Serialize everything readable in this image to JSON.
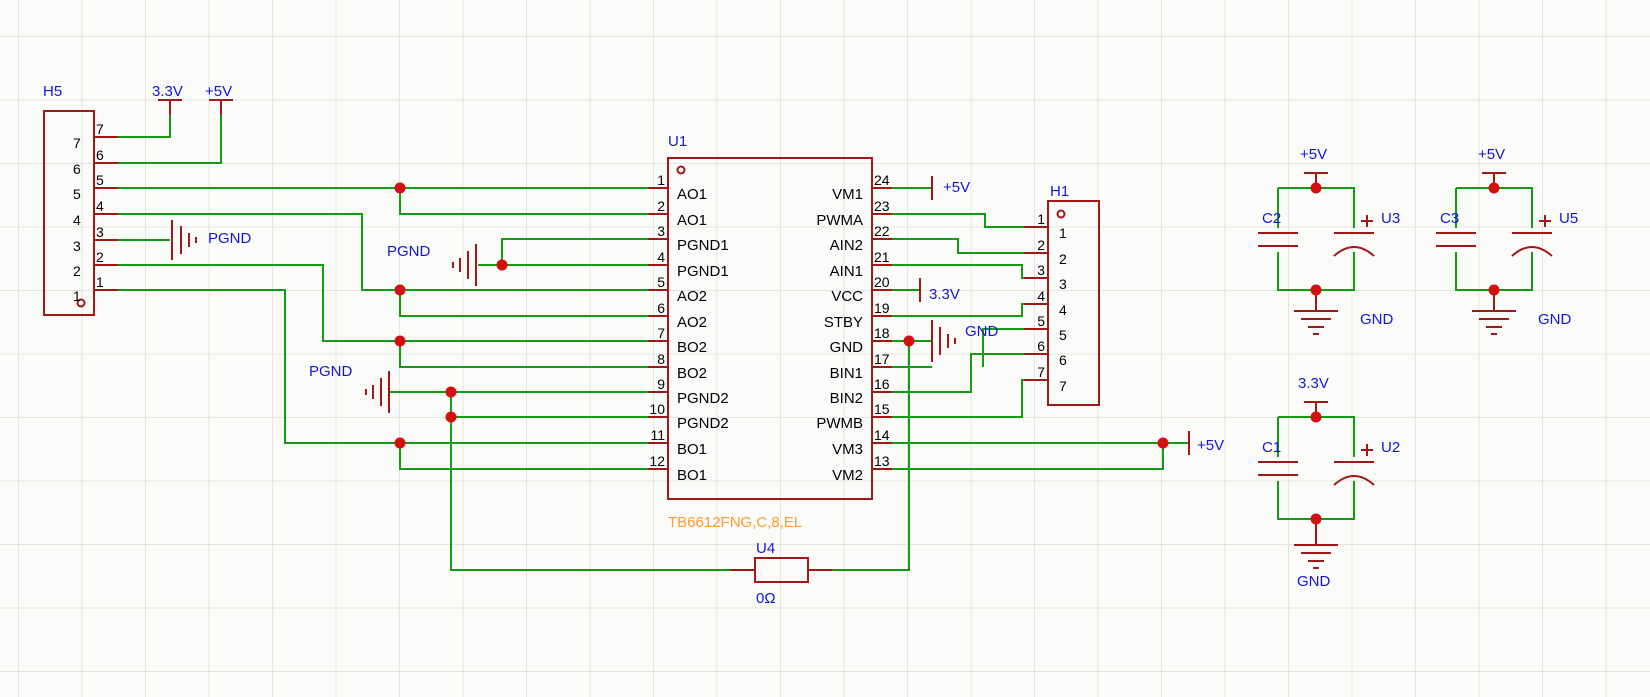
{
  "u1": {
    "ref": "U1",
    "part": "TB6612FNG,C,8,EL",
    "left_pins": [
      {
        "num": "1",
        "name": "AO1"
      },
      {
        "num": "2",
        "name": "AO1"
      },
      {
        "num": "3",
        "name": "PGND1"
      },
      {
        "num": "4",
        "name": "PGND1"
      },
      {
        "num": "5",
        "name": "AO2"
      },
      {
        "num": "6",
        "name": "AO2"
      },
      {
        "num": "7",
        "name": "BO2"
      },
      {
        "num": "8",
        "name": "BO2"
      },
      {
        "num": "9",
        "name": "PGND2"
      },
      {
        "num": "10",
        "name": "PGND2"
      },
      {
        "num": "11",
        "name": "BO1"
      },
      {
        "num": "12",
        "name": "BO1"
      }
    ],
    "right_pins": [
      {
        "num": "24",
        "name": "VM1"
      },
      {
        "num": "23",
        "name": "PWMA"
      },
      {
        "num": "22",
        "name": "AIN2"
      },
      {
        "num": "21",
        "name": "AIN1"
      },
      {
        "num": "20",
        "name": "VCC"
      },
      {
        "num": "19",
        "name": "STBY"
      },
      {
        "num": "18",
        "name": "GND"
      },
      {
        "num": "17",
        "name": "BIN1"
      },
      {
        "num": "16",
        "name": "BIN2"
      },
      {
        "num": "15",
        "name": "PWMB"
      },
      {
        "num": "14",
        "name": "VM3"
      },
      {
        "num": "13",
        "name": "VM2"
      }
    ]
  },
  "h5": {
    "ref": "H5",
    "pins": [
      "7",
      "6",
      "5",
      "4",
      "3",
      "2",
      "1"
    ],
    "body_numbers": [
      "7",
      "6",
      "5",
      "4",
      "3",
      "2",
      "1"
    ]
  },
  "h1": {
    "ref": "H1",
    "pins": [
      "1",
      "2",
      "3",
      "4",
      "5",
      "6",
      "7"
    ]
  },
  "u4": {
    "ref": "U4",
    "value": "0Ω"
  },
  "caps": {
    "c2": {
      "ref": "C2",
      "pol_ref": "U3",
      "top": "+5V",
      "bottom": "GND"
    },
    "c3": {
      "ref": "C3",
      "pol_ref": "U5",
      "top": "+5V",
      "bottom": "GND"
    },
    "c1": {
      "ref": "C1",
      "pol_ref": "U2",
      "top": "3.3V",
      "bottom": "GND"
    }
  },
  "nets": {
    "h5_33v": "3.3V",
    "h5_5v": "+5V",
    "h5_pgnd": "PGND",
    "u1_pgnd1": "PGND",
    "u1_pgnd2": "PGND",
    "vm1": "+5V",
    "vcc": "3.3V",
    "gnd": "GND",
    "vm3": "+5V"
  },
  "colors": {
    "wire": "#129c12",
    "component": "#a01818",
    "junction": "#d40f0f",
    "net_label": "#1515d8",
    "part_value": "#ff9a2e"
  }
}
